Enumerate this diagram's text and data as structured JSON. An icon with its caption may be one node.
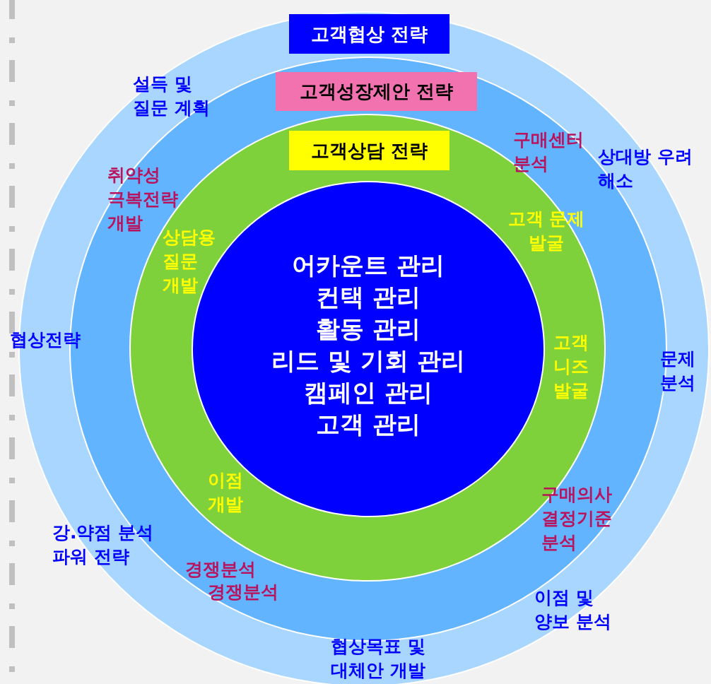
{
  "diagram": {
    "nodes": [
      {
        "text": [],
        "shape": "circle"
      },
      {
        "text": [
          "고객협상 전략"
        ],
        "in": 0
      },
      {
        "text": [],
        "shape": "circle",
        "in": 0
      },
      {
        "text": [
          "고객성장제안 전략"
        ],
        "in": 2
      },
      {
        "text": [],
        "shape": "circle",
        "in": 2
      },
      {
        "text": [
          "고객상담 전략"
        ],
        "in": 4
      },
      {
        "text": [
          "어카운트 관리",
          "컨택 관리",
          "활동 관리",
          "리드 및 기회 관리",
          "캠페인 관리",
          "고객 관리"
        ],
        "in": 4
      }
    ],
    "labels": [
      "설득 및 질문 계획",
      "구매센터 분석",
      "상대방 우려 해소",
      "취약성 극복전략 개발",
      "고객 문제 발굴",
      "상담용 질문 개발",
      "협상전략",
      "고객 니즈 발굴",
      "문제 분석",
      "이점 개발",
      "구매의사 결정기준 분석",
      "강.약점 분석 파워 전략",
      "경쟁분석",
      "경쟁분석",
      "이점 및 양보 분석",
      "협상목표 및 대체안 개발"
    ]
  }
}
